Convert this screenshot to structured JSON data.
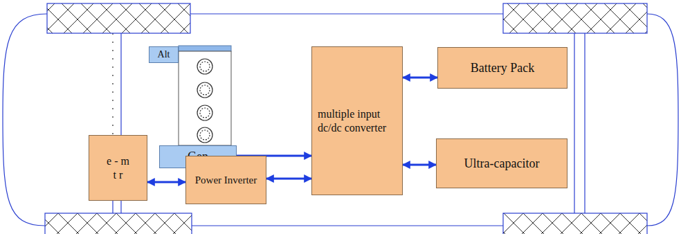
{
  "diagram": {
    "nodes": [
      {
        "text": [
          "Alt"
        ]
      },
      {
        "text": [
          "Gen"
        ]
      },
      {
        "text": [
          "multiple input dc/dc converter"
        ]
      },
      {
        "text": [
          "Battery Pack"
        ]
      },
      {
        "text": [
          "Ultra-capacitor"
        ]
      },
      {
        "text": [
          "e - m t r"
        ]
      },
      {
        "text": [
          "Power Inverter"
        ]
      }
    ],
    "edges": [
      {
        "from": 1,
        "to": 2,
        "arrow": "to"
      },
      {
        "from": 5,
        "to": 6,
        "arrow": "both"
      },
      {
        "from": 6,
        "to": 2,
        "arrow": "both"
      },
      {
        "from": 2,
        "to": 3,
        "arrow": "both"
      },
      {
        "from": 2,
        "to": 4,
        "arrow": "both"
      }
    ]
  }
}
